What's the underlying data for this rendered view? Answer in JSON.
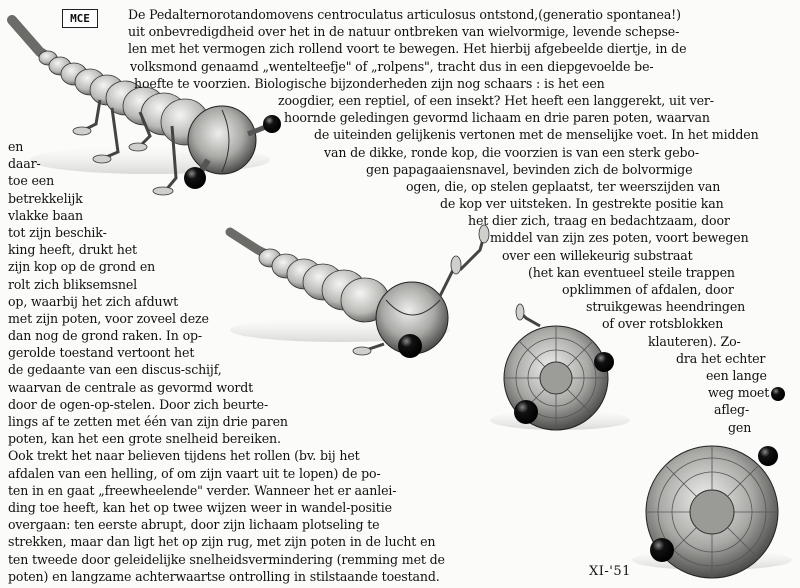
{
  "monogram": "MCE",
  "signature": "XI-'51",
  "right_text": [
    "De Pedalternorotandomovens centroculatus articulosus ontstond,(generatio spontanea!)",
    "uit onbevredigdheid over het in de natuur ontbreken van wielvormige, levende schepse-",
    "len met het vermogen zich rollend voort te bewegen. Het hierbij afgebeelde diertje, in de",
    "volksmond genaamd „wentelteefje\" of „rolpens\", tracht dus in een diepgevoelde be-",
    "hoefte te voorzien. Biologische bijzonderheden zijn nog schaars : is het een",
    "zoogdier, een reptiel, of een insekt? Het heeft een langgerekt, uit ver-",
    "hoornde geledingen gevormd lichaam en drie paren poten, waarvan",
    "de uiteinden gelijkenis vertonen met de menselijke voet. In het midden",
    "van de dikke, ronde kop, die voorzien is van een sterk gebo-",
    "gen papagaaiensnavel, bevinden zich de bolvormige",
    "ogen, die, op stelen geplaatst, ter weerszijden van",
    "de kop ver uitsteken. In gestrekte positie kan",
    "het dier zich, traag en bedachtzaam, door",
    "middel van zijn zes poten, voort bewegen",
    "over een willekeurig substraat",
    "(het kan eventueel steile trappen",
    "opklimmen of afdalen, door",
    "struikgewas heendringen",
    "of over rotsblokken",
    "klauteren). Zo-",
    "dra het echter",
    "een lange",
    "weg moet",
    "afleg-",
    "gen"
  ],
  "left_text": [
    "en",
    "daar-",
    "toe een",
    "betrekkelijk",
    "vlakke baan",
    "tot zijn beschik-",
    "king heeft, drukt het",
    "zijn kop op de grond en",
    "rolt zich bliksemsnel",
    "op, waarbij het zich afduwt",
    "met zijn poten, voor zoveel deze",
    "dan nog de grond raken. In op-",
    "gerolde toestand vertoont het",
    "de gedaante van een discus-schijf,",
    "waarvan de centrale as gevormd wordt",
    "door de ogen-op-stelen. Door zich beurte-",
    "lings af te zetten met één van zijn drie paren",
    "poten, kan het een grote snelheid bereiken.",
    "Ook trekt het naar believen tijdens het rollen (bv. bij het",
    "afdalen van een helling, of om zijn vaart uit te lopen) de po-",
    "ten in en gaat „freewheelende\" verder. Wanneer het er aanlei-",
    "ding toe heeft, kan het op twee wijzen weer in wandel-positie",
    "overgaan: ten eerste abrupt, door zijn lichaam plotseling te",
    "strekken, maar dan ligt het op zijn rug, met zijn poten in de lucht en",
    "ten tweede door geleidelijke snelheidsvermindering (remming met de",
    "poten) en langzame achterwaartse ontrolling in stilstaande toestand."
  ]
}
